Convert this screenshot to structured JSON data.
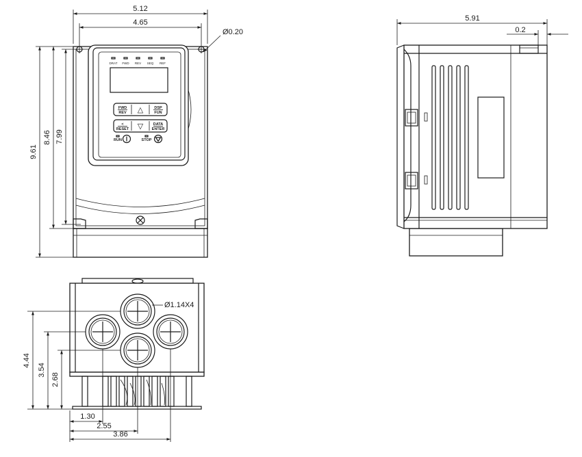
{
  "front_view": {
    "width_overall": "5.12",
    "width_mount": "4.65",
    "hole_dia": "Ø0.20",
    "height_overall": "9.61",
    "height_body": "8.46",
    "height_mount": "7.99",
    "leds": [
      "DRAT",
      "FWD",
      "REV",
      "SEQ",
      "REF"
    ],
    "keys": {
      "fwd_rev": [
        "FWD",
        "REV"
      ],
      "up": "△",
      "disp_func": [
        "DSP",
        "FUN"
      ],
      "reset": [
        "<",
        "RESET"
      ],
      "down": "▽",
      "data_enter": [
        "DATA",
        "ENTER"
      ],
      "run": "RUN",
      "stop": "STOP"
    }
  },
  "side_view": {
    "depth_overall": "5.91",
    "offset": "0.2"
  },
  "bottom_view": {
    "hole_note": "Ø1.14X4",
    "h_444": "4.44",
    "h_354": "3.54",
    "h_268": "2.68",
    "w_130": "1.30",
    "w_255": "2.55",
    "w_386": "3.86"
  }
}
